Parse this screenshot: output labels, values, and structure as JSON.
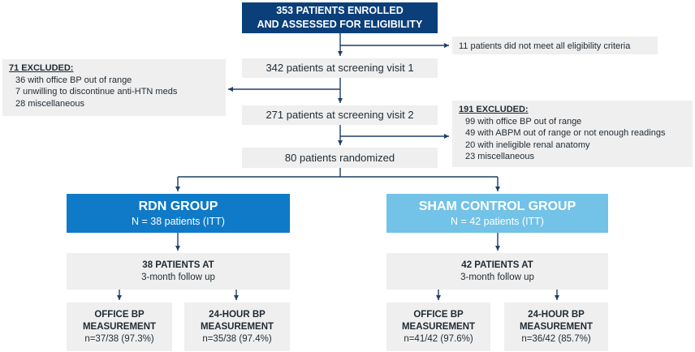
{
  "enrolled": [
    "353 PATIENTS ENROLLED",
    "AND ASSESSED FOR ELIGIBILITY"
  ],
  "not_eligible": "11 patients did not meet all eligibility criteria",
  "screening1": "342 patients at screening visit 1",
  "excluded1": {
    "title": "71 EXCLUDED:",
    "items": [
      "36 with office BP out of range",
      "7 unwilling to discontinue anti-HTN meds",
      "28 miscellaneous"
    ]
  },
  "screening2": "271 patients at screening visit 2",
  "excluded2": {
    "title": "191 EXCLUDED:",
    "items": [
      "99 with office BP out of range",
      "49 with ABPM out of range or not enough readings",
      "20 with ineligible renal anatomy",
      "23 miscellaneous"
    ]
  },
  "randomized": "80 patients randomized",
  "rdn": {
    "title": "RDN GROUP",
    "subtitle": "N = 38 patients (ITT)",
    "followup_title": "38 PATIENTS AT",
    "followup_sub": "3-month follow up",
    "office": [
      "OFFICE BP",
      "MEASUREMENT",
      "n=37/38 (97.3%)"
    ],
    "hour24": [
      "24-HOUR BP",
      "MEASUREMENT",
      "n=35/38 (97.4%)"
    ]
  },
  "sham": {
    "title": "SHAM CONTROL GROUP",
    "subtitle": "N = 42 patients (ITT)",
    "followup_title": "42 PATIENTS AT",
    "followup_sub": "3-month follow up",
    "office": [
      "OFFICE BP",
      "MEASUREMENT",
      "n=41/42 (97.6%)"
    ],
    "hour24": [
      "24-HOUR BP",
      "MEASUREMENT",
      "n=36/42 (85.7%)"
    ]
  },
  "colors": {
    "navy": "#0b3f7a",
    "rdn_blue": "#0f7ac8",
    "sham_blue": "#73c2e7",
    "box_grey": "#efefef",
    "arrow": "#1f3f66"
  }
}
